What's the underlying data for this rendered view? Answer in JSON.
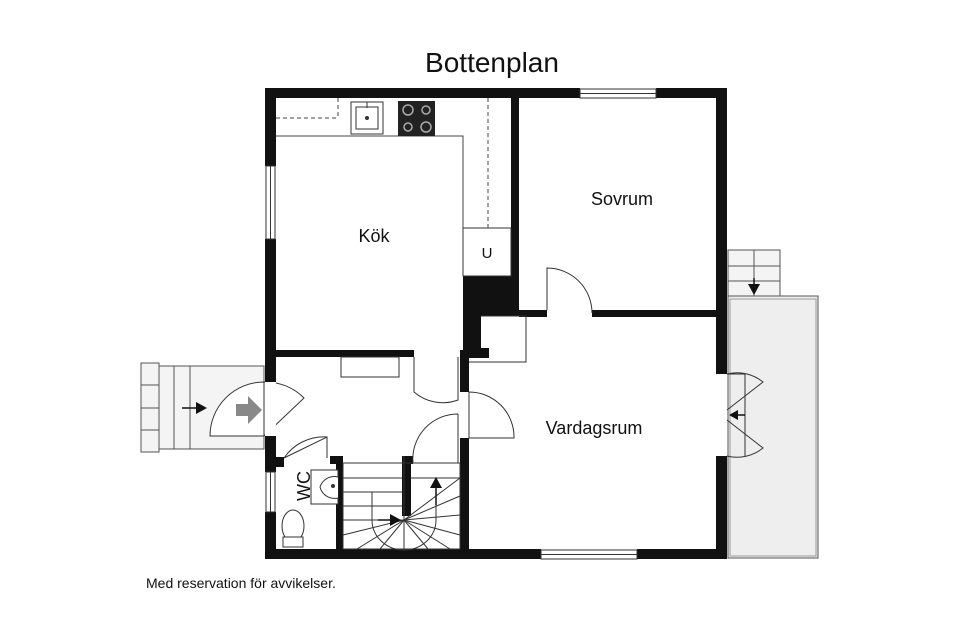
{
  "title": "Bottenplan",
  "rooms": {
    "kok": "Kök",
    "sovrum": "Sovrum",
    "vardagsrum": "Vardagsrum",
    "wc": "WC",
    "u": "U"
  },
  "disclaimer": "Med reservation för avvikelser.",
  "colors": {
    "wall": "#111111",
    "line": "#333333",
    "fixture_line": "#555555",
    "terrace_fill": "#eeeeee",
    "stair_fill": "#f4f4f4",
    "arrow_fill": "#888888"
  }
}
